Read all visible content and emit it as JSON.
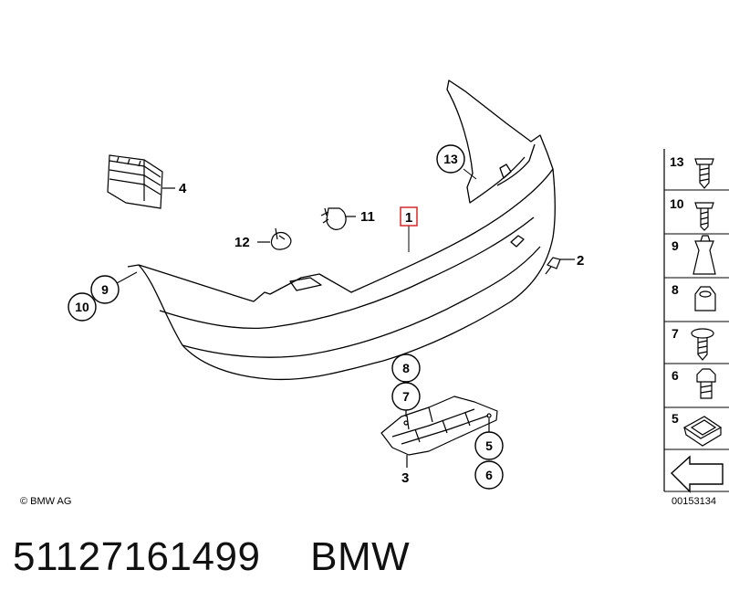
{
  "diagram": {
    "callouts": {
      "c1": "1",
      "c2": "2",
      "c3": "3",
      "c4": "4",
      "c5": "5",
      "c6": "6",
      "c7": "7",
      "c8": "8",
      "c9": "9",
      "c10": "10",
      "c11": "11",
      "c12": "12",
      "c13": "13"
    },
    "sidebar": {
      "s13": "13",
      "s10": "10",
      "s9": "9",
      "s8": "8",
      "s7": "7",
      "s6": "6",
      "s5": "5"
    },
    "copyright": "© BMW AG",
    "image_code": "00153134"
  },
  "caption": {
    "part_number": "51127161499",
    "brand": "BMW"
  }
}
